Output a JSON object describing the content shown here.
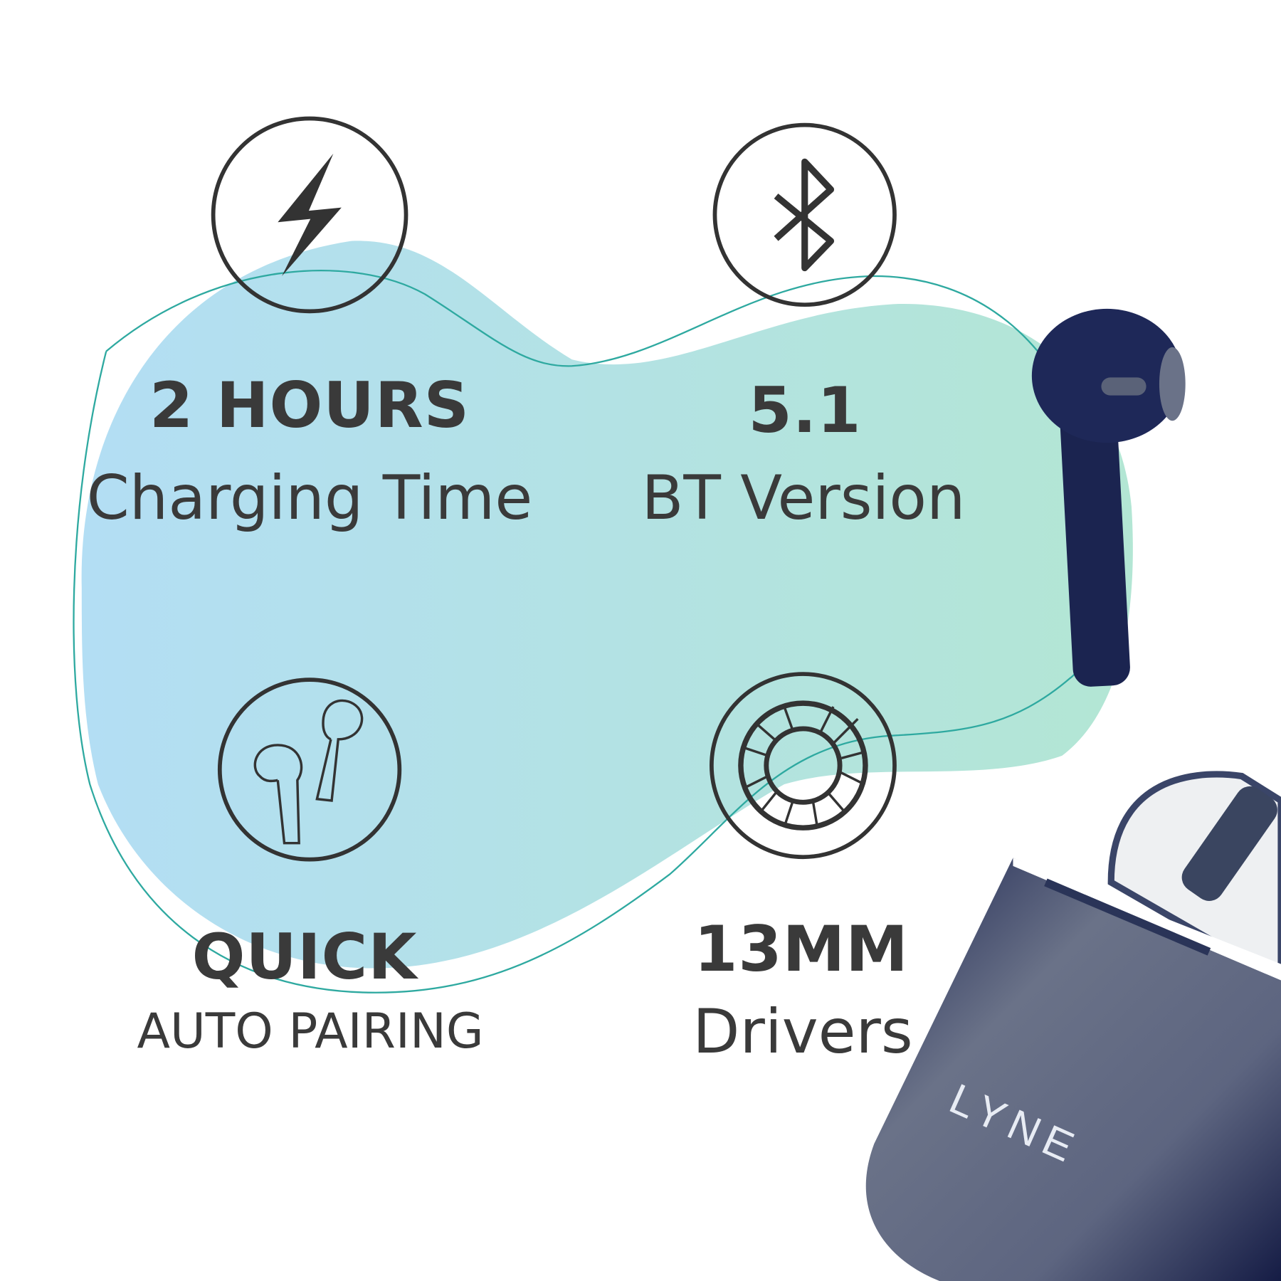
{
  "features": [
    {
      "headline": "2 HOURS",
      "caption": "Charging Time",
      "icon": "lightning-bolt-icon"
    },
    {
      "headline": "5.1",
      "caption": "BT Version",
      "icon": "bluetooth-icon"
    },
    {
      "headline": "QUICK",
      "caption": "AUTO PAIRING",
      "icon": "earbuds-icon"
    },
    {
      "headline": "13MM",
      "caption": "Drivers",
      "icon": "speaker-driver-icon"
    }
  ],
  "brand": "LYNE",
  "colors": {
    "text": "#3a3a3a",
    "blob_left": "#b3def4",
    "blob_right": "#b3e6d4",
    "line": "#2ea9a0",
    "product": "#1b2450"
  }
}
